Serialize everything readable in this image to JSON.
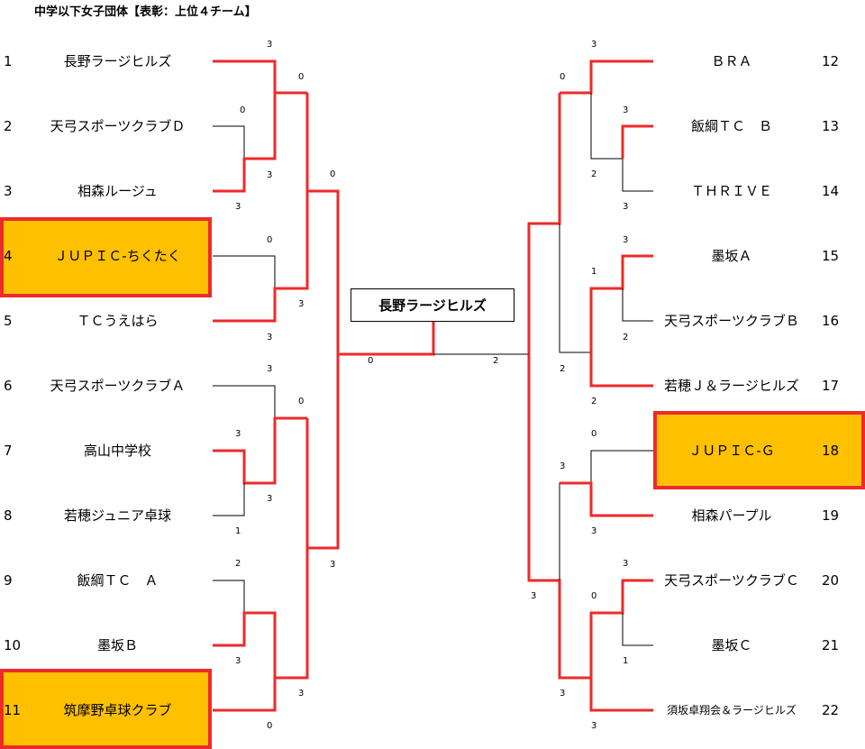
{
  "title": "中学以下女子団体【表彰：上位４チーム】",
  "champion": "長野ラージヒルズ",
  "colors": {
    "win_line": "#EE2A2A",
    "lose_line": "#000000",
    "highlight_fill": "#FFC000",
    "highlight_border": "#EE2A2A"
  },
  "teams": [
    {
      "seed": "1",
      "name": "長野ラージヒルズ"
    },
    {
      "seed": "2",
      "name": "天弓スポーツクラブＤ"
    },
    {
      "seed": "3",
      "name": "相森ルージュ"
    },
    {
      "seed": "4",
      "name": "ＪＵＰＩＣ-ちくたく"
    },
    {
      "seed": "5",
      "name": "ＴＣうえはら"
    },
    {
      "seed": "6",
      "name": "天弓スポーツクラブＡ"
    },
    {
      "seed": "7",
      "name": "高山中学校"
    },
    {
      "seed": "8",
      "name": "若穂ジュニア卓球"
    },
    {
      "seed": "9",
      "name": "飯綱ＴＣ　Ａ"
    },
    {
      "seed": "10",
      "name": "墨坂Ｂ"
    },
    {
      "seed": "11",
      "name": "筑摩野卓球クラブ"
    },
    {
      "seed": "12",
      "name": "ＢＲＡ"
    },
    {
      "seed": "13",
      "name": "飯綱ＴＣ　Ｂ"
    },
    {
      "seed": "14",
      "name": "ＴＨＲＩＶＥ"
    },
    {
      "seed": "15",
      "name": "墨坂Ａ"
    },
    {
      "seed": "16",
      "name": "天弓スポーツクラブＢ"
    },
    {
      "seed": "17",
      "name": "若穂Ｊ＆ラージヒルズ"
    },
    {
      "seed": "18",
      "name": "ＪＵＰＩＣ-Ｇ"
    },
    {
      "seed": "19",
      "name": "相森パープル"
    },
    {
      "seed": "20",
      "name": "天弓スポーツクラブＣ"
    },
    {
      "seed": "21",
      "name": "墨坂Ｃ"
    },
    {
      "seed": "22",
      "name": "須坂卓翔会＆ラージヒルズ"
    }
  ],
  "highlighted_seeds": [
    "4",
    "11",
    "18"
  ],
  "scores": [
    "3",
    "0",
    "3",
    "3",
    "0",
    "0",
    "3",
    "3",
    "0",
    "3",
    "0",
    "3",
    "3",
    "1",
    "2",
    "3",
    "3",
    "0",
    "3",
    "0",
    "3",
    "0",
    "3",
    "2",
    "3",
    "3",
    "1",
    "2",
    "2",
    "2",
    "2",
    "0",
    "3",
    "3",
    "0",
    "3",
    "1",
    "3",
    "3",
    "3"
  ]
}
